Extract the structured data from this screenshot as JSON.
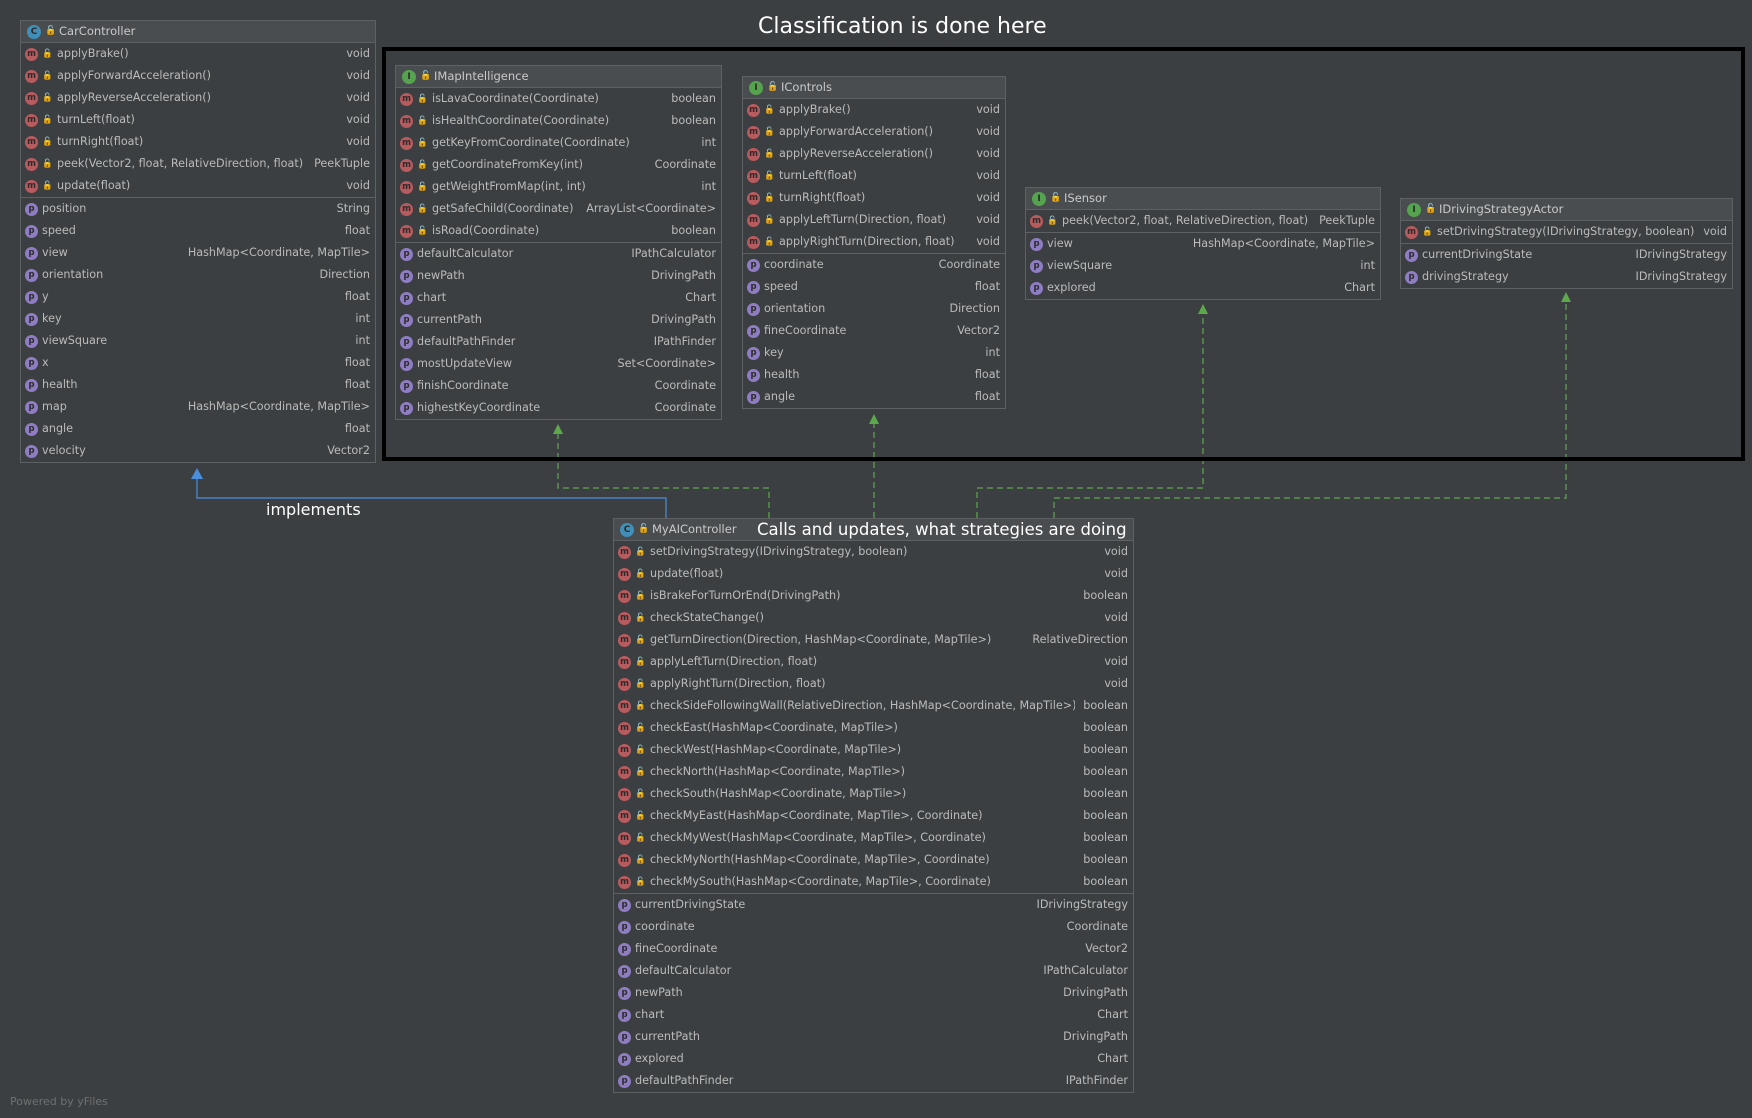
{
  "title": "Classification is done here",
  "implements_label": "implements",
  "note": "Calls and updates, what strategies are doing",
  "footer": "Powered by yFiles",
  "classes": {
    "carController": {
      "name": "CarController",
      "kind": "C",
      "methods": [
        {
          "name": "applyBrake()",
          "type": "void"
        },
        {
          "name": "applyForwardAcceleration()",
          "type": "void"
        },
        {
          "name": "applyReverseAcceleration()",
          "type": "void"
        },
        {
          "name": "turnLeft(float)",
          "type": "void"
        },
        {
          "name": "turnRight(float)",
          "type": "void"
        },
        {
          "name": "peek(Vector2, float, RelativeDirection, float)",
          "type": "PeekTuple"
        },
        {
          "name": "update(float)",
          "type": "void"
        }
      ],
      "props": [
        {
          "name": "position",
          "type": "String"
        },
        {
          "name": "speed",
          "type": "float"
        },
        {
          "name": "view",
          "type": "HashMap<Coordinate, MapTile>"
        },
        {
          "name": "orientation",
          "type": "Direction"
        },
        {
          "name": "y",
          "type": "float"
        },
        {
          "name": "key",
          "type": "int"
        },
        {
          "name": "viewSquare",
          "type": "int"
        },
        {
          "name": "x",
          "type": "float"
        },
        {
          "name": "health",
          "type": "float"
        },
        {
          "name": "map",
          "type": "HashMap<Coordinate, MapTile>"
        },
        {
          "name": "angle",
          "type": "float"
        },
        {
          "name": "velocity",
          "type": "Vector2"
        }
      ]
    },
    "iMapIntelligence": {
      "name": "IMapIntelligence",
      "kind": "I",
      "methods": [
        {
          "name": "isLavaCoordinate(Coordinate)",
          "type": "boolean"
        },
        {
          "name": "isHealthCoordinate(Coordinate)",
          "type": "boolean"
        },
        {
          "name": "getKeyFromCoordinate(Coordinate)",
          "type": "int"
        },
        {
          "name": "getCoordinateFromKey(int)",
          "type": "Coordinate"
        },
        {
          "name": "getWeightFromMap(int, int)",
          "type": "int"
        },
        {
          "name": "getSafeChild(Coordinate)",
          "type": "ArrayList<Coordinate>"
        },
        {
          "name": "isRoad(Coordinate)",
          "type": "boolean"
        }
      ],
      "props": [
        {
          "name": "defaultCalculator",
          "type": "IPathCalculator"
        },
        {
          "name": "newPath",
          "type": "DrivingPath"
        },
        {
          "name": "chart",
          "type": "Chart"
        },
        {
          "name": "currentPath",
          "type": "DrivingPath"
        },
        {
          "name": "defaultPathFinder",
          "type": "IPathFinder"
        },
        {
          "name": "mostUpdateView",
          "type": "Set<Coordinate>"
        },
        {
          "name": "finishCoordinate",
          "type": "Coordinate"
        },
        {
          "name": "highestKeyCoordinate",
          "type": "Coordinate"
        }
      ]
    },
    "iControls": {
      "name": "IControls",
      "kind": "I",
      "methods": [
        {
          "name": "applyBrake()",
          "type": "void"
        },
        {
          "name": "applyForwardAcceleration()",
          "type": "void"
        },
        {
          "name": "applyReverseAcceleration()",
          "type": "void"
        },
        {
          "name": "turnLeft(float)",
          "type": "void"
        },
        {
          "name": "turnRight(float)",
          "type": "void"
        },
        {
          "name": "applyLeftTurn(Direction, float)",
          "type": "void"
        },
        {
          "name": "applyRightTurn(Direction, float)",
          "type": "void"
        }
      ],
      "props": [
        {
          "name": "coordinate",
          "type": "Coordinate"
        },
        {
          "name": "speed",
          "type": "float"
        },
        {
          "name": "orientation",
          "type": "Direction"
        },
        {
          "name": "fineCoordinate",
          "type": "Vector2"
        },
        {
          "name": "key",
          "type": "int"
        },
        {
          "name": "health",
          "type": "float"
        },
        {
          "name": "angle",
          "type": "float"
        }
      ]
    },
    "iSensor": {
      "name": "ISensor",
      "kind": "I",
      "methods": [
        {
          "name": "peek(Vector2, float, RelativeDirection, float)",
          "type": "PeekTuple"
        }
      ],
      "props": [
        {
          "name": "view",
          "type": "HashMap<Coordinate, MapTile>"
        },
        {
          "name": "viewSquare",
          "type": "int"
        },
        {
          "name": "explored",
          "type": "Chart"
        }
      ]
    },
    "iDrivingStrategyActor": {
      "name": "IDrivingStrategyActor",
      "kind": "I",
      "methods": [
        {
          "name": "setDrivingStrategy(IDrivingStrategy, boolean)",
          "type": "void"
        }
      ],
      "props": [
        {
          "name": "currentDrivingState",
          "type": "IDrivingStrategy"
        },
        {
          "name": "drivingStrategy",
          "type": "IDrivingStrategy"
        }
      ]
    },
    "myAIController": {
      "name": "MyAIController",
      "kind": "C",
      "methods": [
        {
          "name": "setDrivingStrategy(IDrivingStrategy, boolean)",
          "type": "void"
        },
        {
          "name": "update(float)",
          "type": "void"
        },
        {
          "name": "isBrakeForTurnOrEnd(DrivingPath)",
          "type": "boolean"
        },
        {
          "name": "checkStateChange()",
          "type": "void"
        },
        {
          "name": "getTurnDirection(Direction, HashMap<Coordinate, MapTile>)",
          "type": "RelativeDirection"
        },
        {
          "name": "applyLeftTurn(Direction, float)",
          "type": "void"
        },
        {
          "name": "applyRightTurn(Direction, float)",
          "type": "void"
        },
        {
          "name": "checkSideFollowingWall(RelativeDirection, HashMap<Coordinate, MapTile>)",
          "type": "boolean"
        },
        {
          "name": "checkEast(HashMap<Coordinate, MapTile>)",
          "type": "boolean"
        },
        {
          "name": "checkWest(HashMap<Coordinate, MapTile>)",
          "type": "boolean"
        },
        {
          "name": "checkNorth(HashMap<Coordinate, MapTile>)",
          "type": "boolean"
        },
        {
          "name": "checkSouth(HashMap<Coordinate, MapTile>)",
          "type": "boolean"
        },
        {
          "name": "checkMyEast(HashMap<Coordinate, MapTile>, Coordinate)",
          "type": "boolean"
        },
        {
          "name": "checkMyWest(HashMap<Coordinate, MapTile>, Coordinate)",
          "type": "boolean"
        },
        {
          "name": "checkMyNorth(HashMap<Coordinate, MapTile>, Coordinate)",
          "type": "boolean"
        },
        {
          "name": "checkMySouth(HashMap<Coordinate, MapTile>, Coordinate)",
          "type": "boolean"
        }
      ],
      "props": [
        {
          "name": "currentDrivingState",
          "type": "IDrivingStrategy"
        },
        {
          "name": "coordinate",
          "type": "Coordinate"
        },
        {
          "name": "fineCoordinate",
          "type": "Vector2"
        },
        {
          "name": "defaultCalculator",
          "type": "IPathCalculator"
        },
        {
          "name": "newPath",
          "type": "DrivingPath"
        },
        {
          "name": "chart",
          "type": "Chart"
        },
        {
          "name": "currentPath",
          "type": "DrivingPath"
        },
        {
          "name": "explored",
          "type": "Chart"
        },
        {
          "name": "defaultPathFinder",
          "type": "IPathFinder"
        }
      ]
    }
  }
}
